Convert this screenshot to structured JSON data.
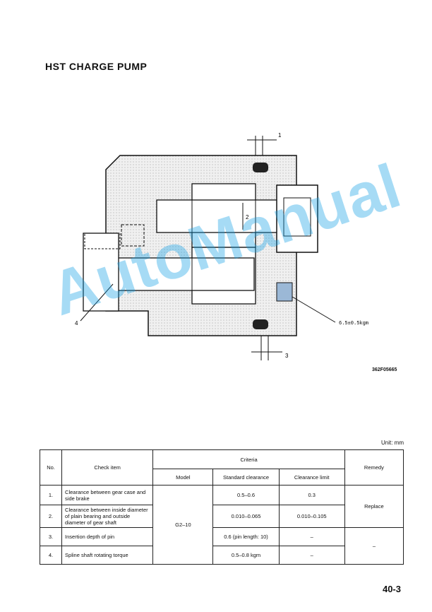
{
  "page": {
    "title": "HST CHARGE PUMP",
    "figure_code": "362F05665",
    "unit": "Unit:  mm",
    "page_number": "40-3",
    "watermark": "AutoManual"
  },
  "diagram": {
    "callouts": [
      "1",
      "2",
      "3",
      "4"
    ],
    "torque": "6.5±0.5kgm"
  },
  "table": {
    "headers": {
      "no": "No.",
      "check_item": "Check item",
      "criteria": "Criteria",
      "remedy": "Remedy"
    },
    "subheaders": {
      "model": "Model",
      "standard": "Standard clearance",
      "limit": "Clearance limit"
    },
    "model": "G2–10",
    "rows": [
      {
        "no": "1.",
        "item": "Clearance between gear case and side brake",
        "standard": "0.5–0.6",
        "limit": "0.3"
      },
      {
        "no": "2.",
        "item": "Clearance between inside diameter of plain bearing and outside diameter of gear shaft",
        "standard": "0.010–0.065",
        "limit": "0.010–0.105"
      },
      {
        "no": "3.",
        "item": "Insertion depth of pin",
        "standard": "0.6 (pin length:  10)",
        "limit": "–"
      },
      {
        "no": "4.",
        "item": "Spline shaft rotating torque",
        "standard": "0.5–0.8 kgm",
        "limit": "–"
      }
    ],
    "remedy_replace": "Replace",
    "remedy_dash": "–"
  }
}
